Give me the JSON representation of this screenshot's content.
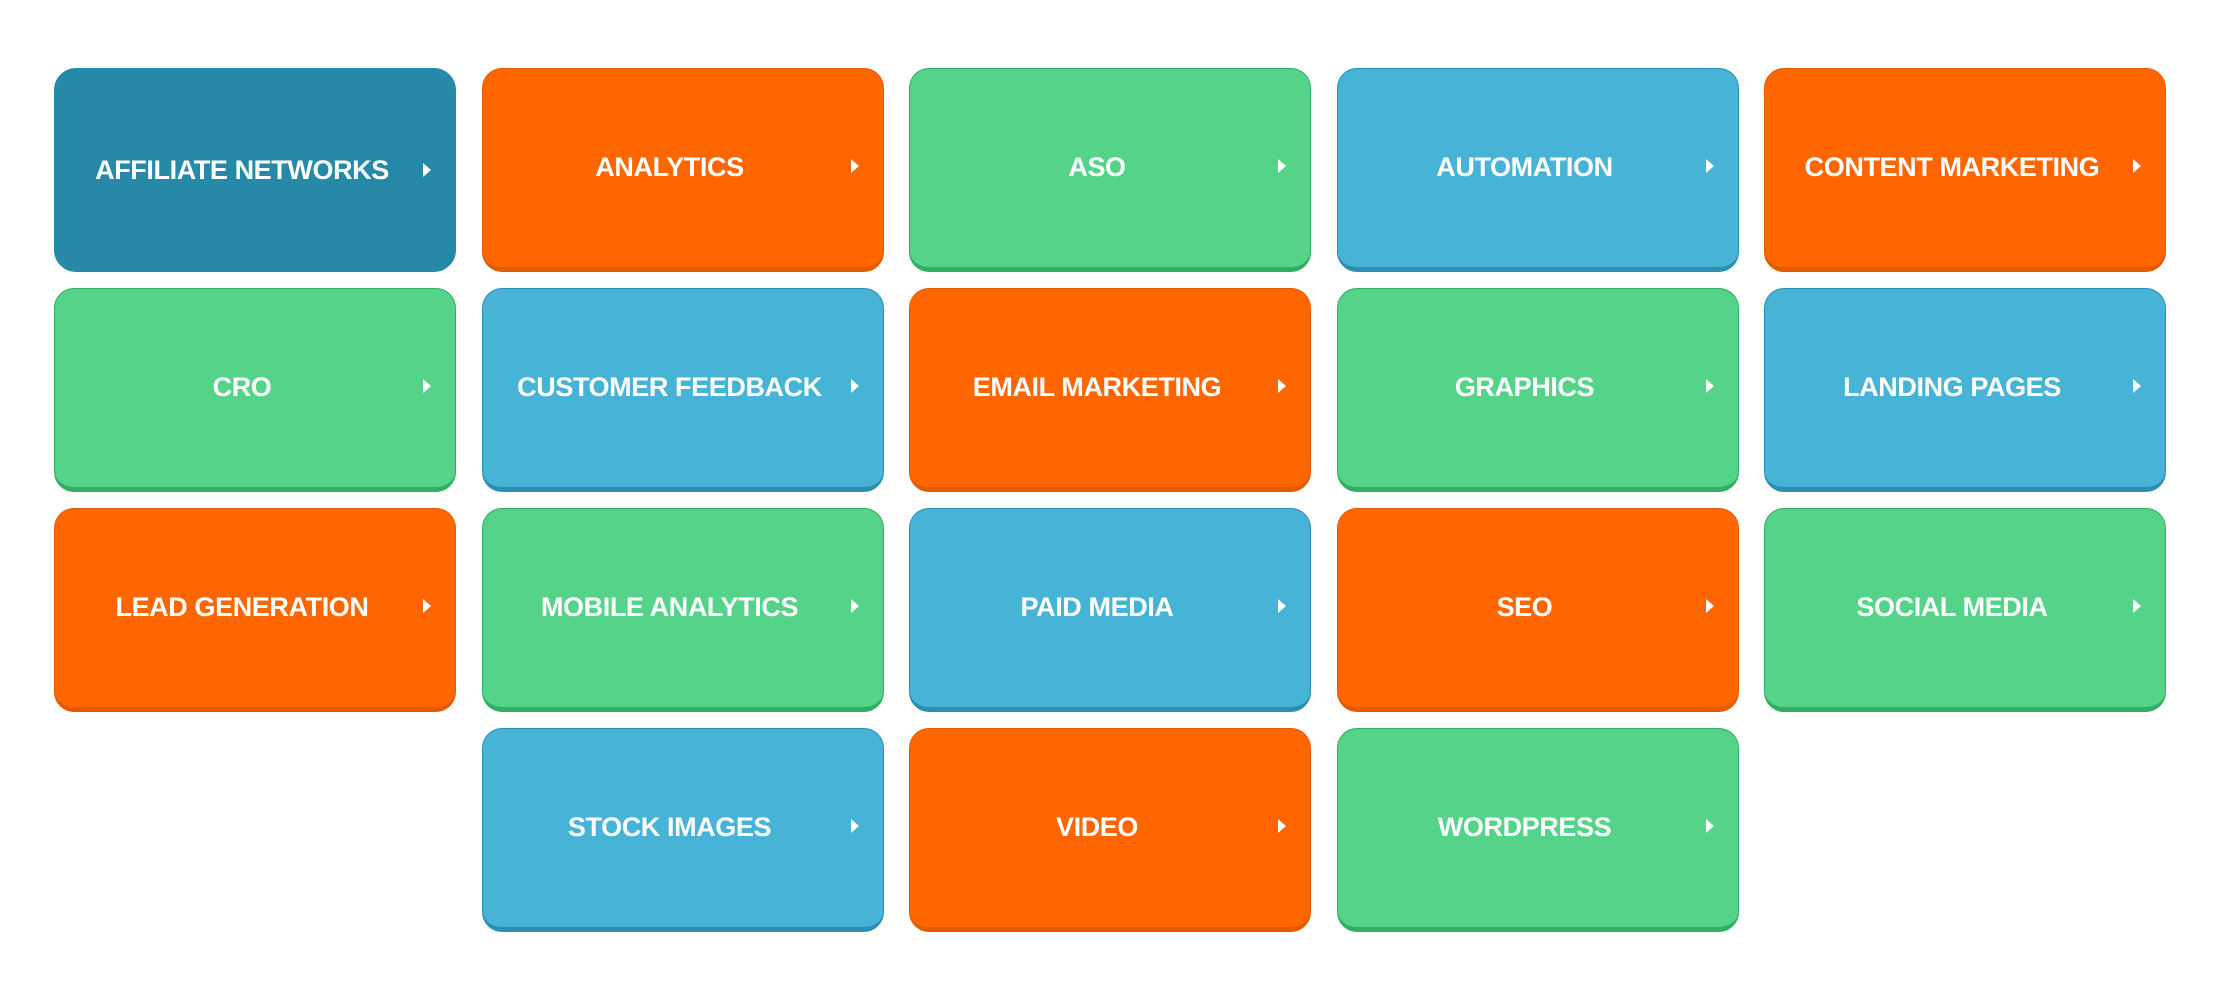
{
  "categories": [
    {
      "label": "AFFILIATE NETWORKS",
      "color": "active",
      "icon": "chevron-right-icon"
    },
    {
      "label": "ANALYTICS",
      "color": "orange",
      "icon": "chevron-right-icon"
    },
    {
      "label": "ASO",
      "color": "green",
      "icon": "chevron-right-icon"
    },
    {
      "label": "AUTOMATION",
      "color": "blue",
      "icon": "chevron-right-icon"
    },
    {
      "label": "CONTENT MARKETING",
      "color": "orange",
      "icon": "chevron-right-icon"
    },
    {
      "label": "CRO",
      "color": "green",
      "icon": "chevron-right-icon"
    },
    {
      "label": "CUSTOMER FEEDBACK",
      "color": "blue",
      "icon": "chevron-right-icon"
    },
    {
      "label": "EMAIL MARKETING",
      "color": "orange",
      "icon": "chevron-right-icon"
    },
    {
      "label": "GRAPHICS",
      "color": "green",
      "icon": "chevron-right-icon"
    },
    {
      "label": "LANDING PAGES",
      "color": "blue",
      "icon": "chevron-right-icon"
    },
    {
      "label": "LEAD GENERATION",
      "color": "orange",
      "icon": "chevron-right-icon"
    },
    {
      "label": "MOBILE ANALYTICS",
      "color": "green",
      "icon": "chevron-right-icon"
    },
    {
      "label": "PAID MEDIA",
      "color": "blue",
      "icon": "chevron-right-icon"
    },
    {
      "label": "SEO",
      "color": "orange",
      "icon": "chevron-right-icon"
    },
    {
      "label": "SOCIAL MEDIA",
      "color": "green",
      "icon": "chevron-right-icon"
    },
    {
      "label": "STOCK IMAGES",
      "color": "blue",
      "icon": "chevron-right-icon"
    },
    {
      "label": "VIDEO",
      "color": "orange",
      "icon": "chevron-right-icon"
    },
    {
      "label": "WORDPRESS",
      "color": "green",
      "icon": "chevron-right-icon"
    }
  ],
  "colors": {
    "orange": "#ff6600",
    "green": "#54d389",
    "blue": "#47b3d7",
    "active": "#2689a8",
    "text": "#ffffff"
  }
}
